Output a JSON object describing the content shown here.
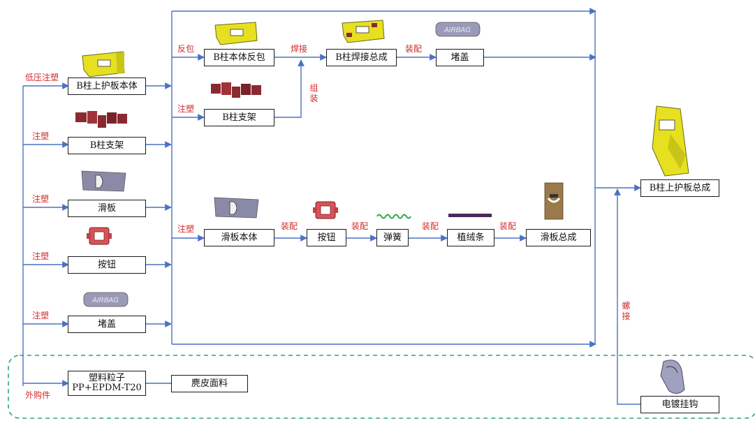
{
  "boxes": {
    "b_upper_panel": "B柱上护板本体",
    "b_bracket_left": "B柱支架",
    "slider_left": "滑板",
    "button_left": "按钮",
    "cap_left": "堵盖",
    "pellet_line1": "塑料粒子",
    "pellet_line2": "PP+EPDM-T20",
    "suede": "麂皮面料",
    "b_body_wrap": "B柱本体反包",
    "b_bracket_mid": "B柱支架",
    "b_weld_assy": "B柱焊接总成",
    "cap_right": "堵盖",
    "slider_body": "滑板本体",
    "button_mid": "按钮",
    "spring": "弹簧",
    "flock_strip": "植绒条",
    "slider_assy": "滑板总成",
    "final_assy": "B柱上护板总成",
    "hook": "电镀挂钩"
  },
  "labels": {
    "low_pressure_molding": "低压注塑",
    "injection_1": "注塑",
    "injection_2": "注塑",
    "injection_3": "注塑",
    "injection_4": "注塑",
    "outsourced": "外购件",
    "wrap": "反包",
    "injection_mid": "注塑",
    "injection_slider": "注塑",
    "welding": "焊接",
    "assembly_1": "装配",
    "assemble_vertical": "组装",
    "assembly_2": "装配",
    "assembly_3": "装配",
    "assembly_4": "装配",
    "assembly_5": "装配",
    "screw_joint": "螺接"
  },
  "part_text": {
    "airbag": "AIRBAG"
  },
  "colors": {
    "arrow": "#4a72c4",
    "label_red": "#d42a2a",
    "dashed_green": "#2aa86a",
    "yellow_part": "#e6e020",
    "maroon_part": "#8a2a30",
    "gray_part": "#8a8aa8"
  }
}
